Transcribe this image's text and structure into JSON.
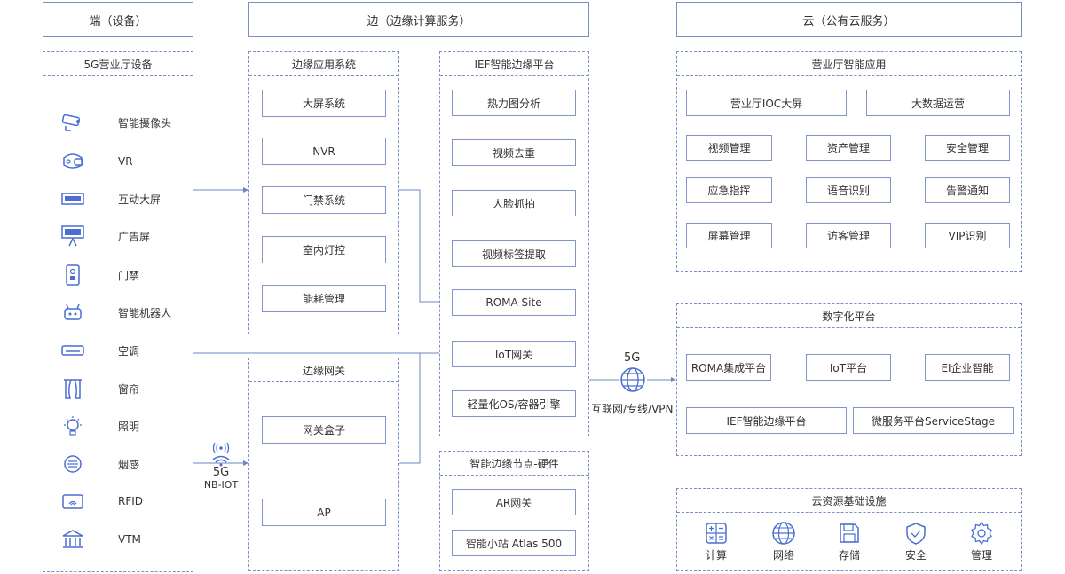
{
  "columns": {
    "device": "端（设备）",
    "edge": "边（边缘计算服务）",
    "cloud": "云（公有云服务）"
  },
  "devices_panel": {
    "title": "5G营业厅设备",
    "items": [
      {
        "label": "智能摄像头",
        "icon": "camera-icon"
      },
      {
        "label": "VR",
        "icon": "vr-headset-icon"
      },
      {
        "label": "互动大屏",
        "icon": "large-screen-icon"
      },
      {
        "label": "广告屏",
        "icon": "ad-screen-icon"
      },
      {
        "label": "门禁",
        "icon": "access-control-icon"
      },
      {
        "label": "智能机器人",
        "icon": "robot-icon"
      },
      {
        "label": "空调",
        "icon": "air-conditioner-icon"
      },
      {
        "label": "窗帘",
        "icon": "curtain-icon"
      },
      {
        "label": "照明",
        "icon": "lightbulb-icon"
      },
      {
        "label": "烟感",
        "icon": "smoke-detector-icon"
      },
      {
        "label": "RFID",
        "icon": "rfid-icon"
      },
      {
        "label": "VTM",
        "icon": "bank-icon"
      }
    ]
  },
  "wireless": {
    "line1": "5G",
    "line2": "NB-IOT"
  },
  "edge_app_system": {
    "title": "边缘应用系统",
    "items": [
      "大屏系统",
      "NVR",
      "门禁系统",
      "室内灯控",
      "能耗管理"
    ]
  },
  "edge_gateway": {
    "title": "边缘网关",
    "items": [
      "网关盒子",
      "AP"
    ]
  },
  "ief_platform": {
    "title": "IEF智能边缘平台",
    "items": [
      "热力图分析",
      "视频去重",
      "人脸抓拍",
      "视频标签提取",
      "ROMA Site",
      "IoT网关",
      "轻量化OS/容器引擎"
    ]
  },
  "edge_hardware": {
    "title": "智能边缘节点-硬件",
    "items": [
      "AR网关",
      "智能小站 Atlas 500"
    ]
  },
  "network_link": {
    "top": "5G",
    "bottom": "互联网/专线/VPN"
  },
  "hall_apps": {
    "title": "营业厅智能应用",
    "row1": [
      "营业厅IOC大屏",
      "大数据运营"
    ],
    "grid": [
      "视频管理",
      "资产管理",
      "安全管理",
      "应急指挥",
      "语音识别",
      "告警通知",
      "屏幕管理",
      "访客管理",
      "VIP识别"
    ]
  },
  "digital_platform": {
    "title": "数字化平台",
    "row1": [
      "ROMA集成平台",
      "IoT平台",
      "EI企业智能"
    ],
    "row2": [
      "IEF智能边缘平台",
      "微服务平台ServiceStage"
    ]
  },
  "cloud_infra": {
    "title": "云资源基础设施",
    "items": [
      {
        "label": "计算",
        "icon": "calculator-icon"
      },
      {
        "label": "网络",
        "icon": "globe-icon"
      },
      {
        "label": "存储",
        "icon": "floppy-disk-icon"
      },
      {
        "label": "安全",
        "icon": "shield-icon"
      },
      {
        "label": "管理",
        "icon": "gear-icon"
      }
    ]
  },
  "colors": {
    "border": "#7b8fc4",
    "icon": "#4a6fd1",
    "arrow": "#6f86c6"
  }
}
